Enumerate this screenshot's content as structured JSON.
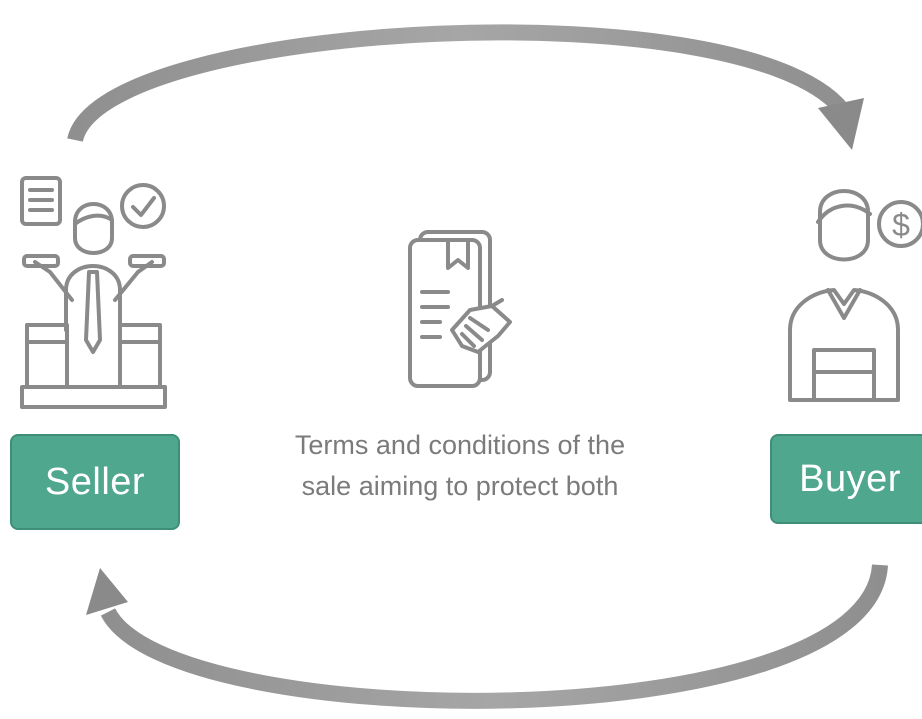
{
  "seller_label": "Seller",
  "buyer_label": "Buyer",
  "caption": {
    "line1": "Terms and conditions of the",
    "line2": "sale aiming to protect both"
  },
  "colors": {
    "accent": "#4fa78e",
    "arrow": "#888888",
    "icon_stroke": "#8a8a8a",
    "caption_text": "#7b7b7b"
  },
  "icons": {
    "seller": "seller-person-icon",
    "buyer": "buyer-person-icon",
    "contract": "contract-handshake-icon"
  }
}
